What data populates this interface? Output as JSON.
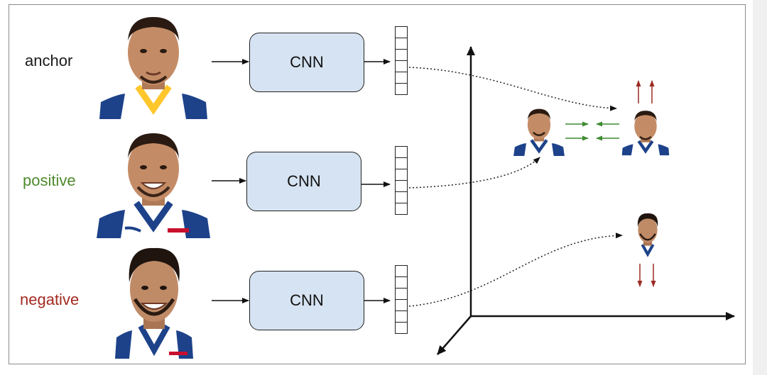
{
  "labels": {
    "anchor": "anchor",
    "positive": "positive",
    "negative": "negative"
  },
  "network": {
    "anchor_label": "CNN",
    "positive_label": "CNN",
    "negative_label": "CNN"
  },
  "colors": {
    "anchor_text": "#1a1a1a",
    "positive_text": "#4e8a2e",
    "negative_text": "#a32a22",
    "cnn_fill": "#d6e3f2",
    "pull_arrows": "#3f8a32",
    "push_arrows": "#9b2a22",
    "jersey_primary": "#ffffff",
    "jersey_trim": "#1d428a",
    "jersey_accent": "#ffc72c"
  },
  "icons": {
    "person_photo": "player-headshot",
    "embedding": "vector-stack",
    "axes": "3d-axes"
  }
}
